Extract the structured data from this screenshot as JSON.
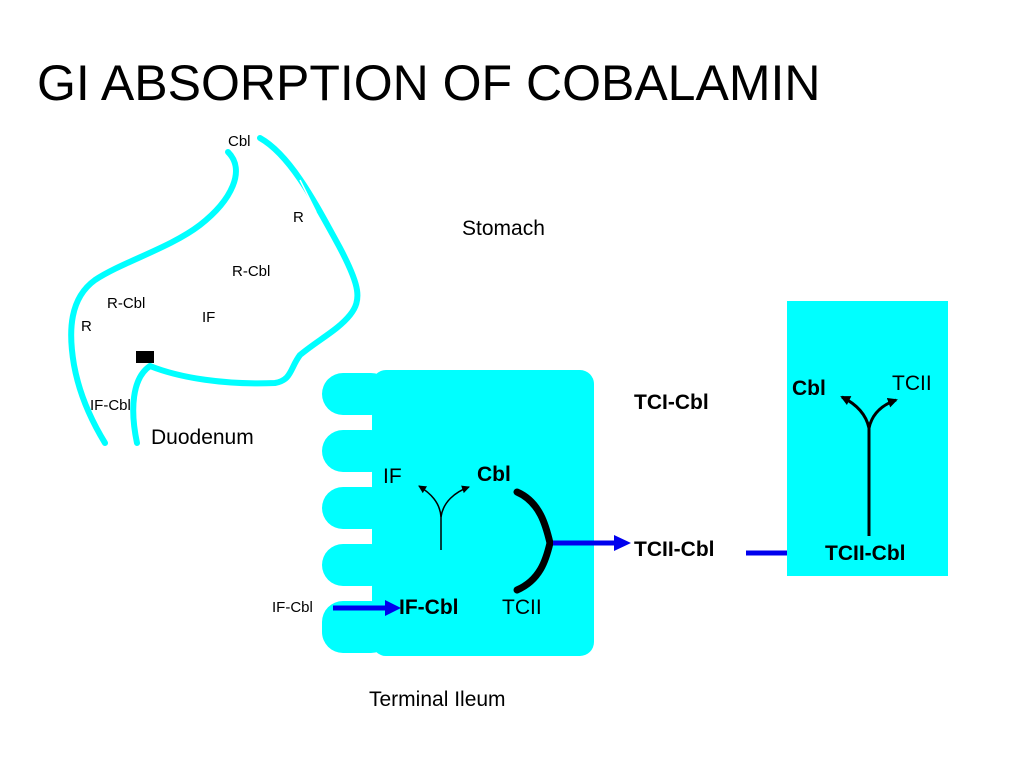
{
  "title": "GI ABSORPTION OF COBALAMIN",
  "colors": {
    "tissue": "#00FFFF",
    "arrow": "#0000EE",
    "text": "#000000",
    "background": "#FFFFFF"
  },
  "stomach": {
    "label": "Stomach",
    "cbl": "Cbl",
    "r_upper": "R",
    "r_cbl_upper": "R-Cbl",
    "r_cbl_lower": "R-Cbl",
    "r_left": "R",
    "if": "IF"
  },
  "duodenum": {
    "label": "Duodenum",
    "if_cbl": "IF-Cbl"
  },
  "ileum": {
    "label": "Terminal Ileum",
    "if_cbl_outside": "IF-Cbl",
    "if_cbl_inside": "IF-Cbl",
    "if": "IF",
    "cbl": "Cbl",
    "tcii": "TCII"
  },
  "blood": {
    "tci_cbl": "TCI-Cbl",
    "tcii_cbl": "TCII-Cbl"
  },
  "cell": {
    "tcii_cbl": "TCII-Cbl",
    "cbl": "Cbl",
    "tcii": "TCII"
  }
}
